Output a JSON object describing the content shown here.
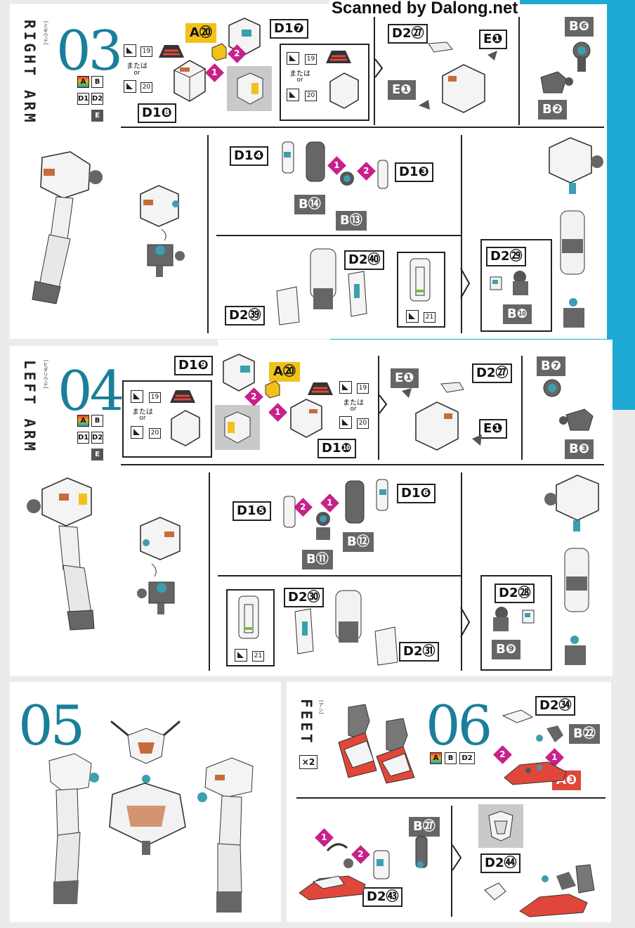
{
  "watermark": "Scanned by Dalong.net",
  "steps": [
    {
      "num": "03",
      "title": "RIGHT ARM",
      "subtitle": "[ミギウデ]",
      "chips": [
        "A",
        "B",
        "D1",
        "D2",
        "E"
      ]
    },
    {
      "num": "04",
      "title": "LEFT ARM",
      "subtitle": "[ヒダリウデ]",
      "chips": [
        "A",
        "B",
        "D1",
        "D2",
        "E"
      ]
    },
    {
      "num": "05"
    },
    {
      "num": "06",
      "title": "FEET",
      "subtitle": "[アシ]",
      "count": "×2",
      "chips": [
        "A",
        "B",
        "D2"
      ]
    }
  ],
  "alt_text": {
    "jp": "または",
    "en": "or"
  },
  "page_refs": {
    "p19": "19",
    "p20": "20",
    "p21": "21"
  },
  "seq": {
    "one": "1",
    "two": "2"
  },
  "labels03": {
    "a20": "A⑳",
    "d17": "D1❼",
    "d18": "D1❽",
    "d227": "D2㉗",
    "e1a": "E❶",
    "e1b": "E❶",
    "b6": "B❻",
    "b2": "B❷",
    "d14": "D1❹",
    "d13": "D1❸",
    "b14": "B⑭",
    "b13": "B⑬",
    "d240": "D2㊵",
    "d239": "D2㊴",
    "d229": "D2㉙",
    "b10": "B❿"
  },
  "labels04": {
    "d19": "D1❾",
    "a20": "A⑳",
    "d110": "D1❿",
    "e1a": "E❶",
    "d227": "D2㉗",
    "e1b": "E❶",
    "b7": "B❼",
    "b3": "B❸",
    "d15": "D1❺",
    "d16": "D1❻",
    "b12": "B⑫",
    "b11": "B⑪",
    "d230": "D2㉚",
    "d231": "D2㉛",
    "d228": "D2㉘",
    "b9": "B❾"
  },
  "labels06": {
    "d234": "D2㉞",
    "b22": "B㉒",
    "a3": "A❸",
    "b27": "B㉗",
    "d243": "D2㊸",
    "d244": "D2㊹"
  },
  "colors": {
    "accent": "#1eaad5",
    "number": "#1a7f9a",
    "step_marker": "#c8218b",
    "part_yellow": "#f2c21b",
    "part_red": "#e0473a"
  }
}
